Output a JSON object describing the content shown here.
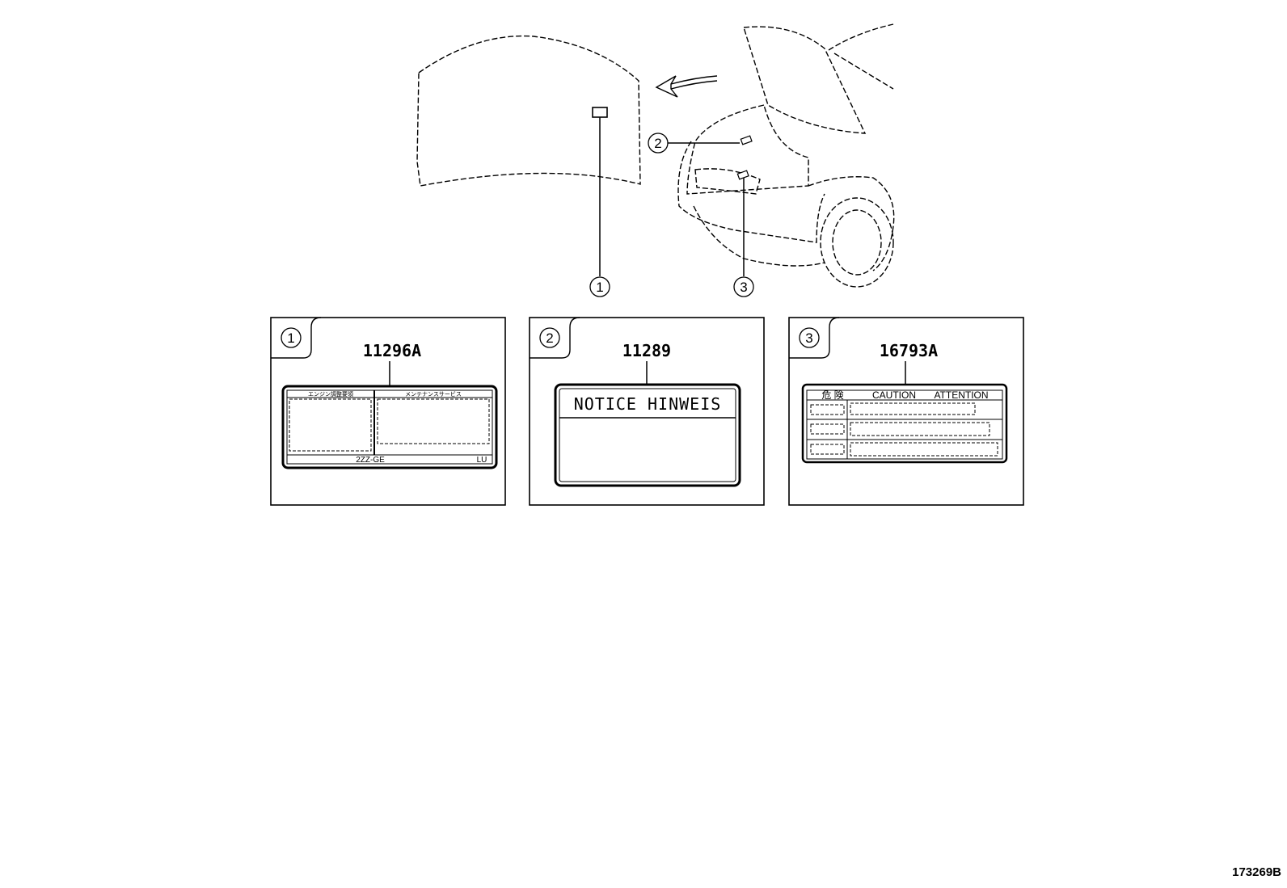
{
  "callouts": [
    "1",
    "2",
    "3"
  ],
  "panels": [
    {
      "number": "1",
      "part_number": "11296A",
      "label_left_heading": "エンジン調整要領",
      "label_right_heading": "メンテナンスサービス",
      "label_footer_code": "2ZZ-GE",
      "label_footer_right": "LU"
    },
    {
      "number": "2",
      "part_number": "11289",
      "label_heading": "NOTICE HINWEIS"
    },
    {
      "number": "3",
      "part_number": "16793A",
      "label_heading_jp": "危 険",
      "label_heading_caution": "CAUTION",
      "label_heading_attention": "ATTENTION"
    }
  ],
  "figure_number": "173269B"
}
